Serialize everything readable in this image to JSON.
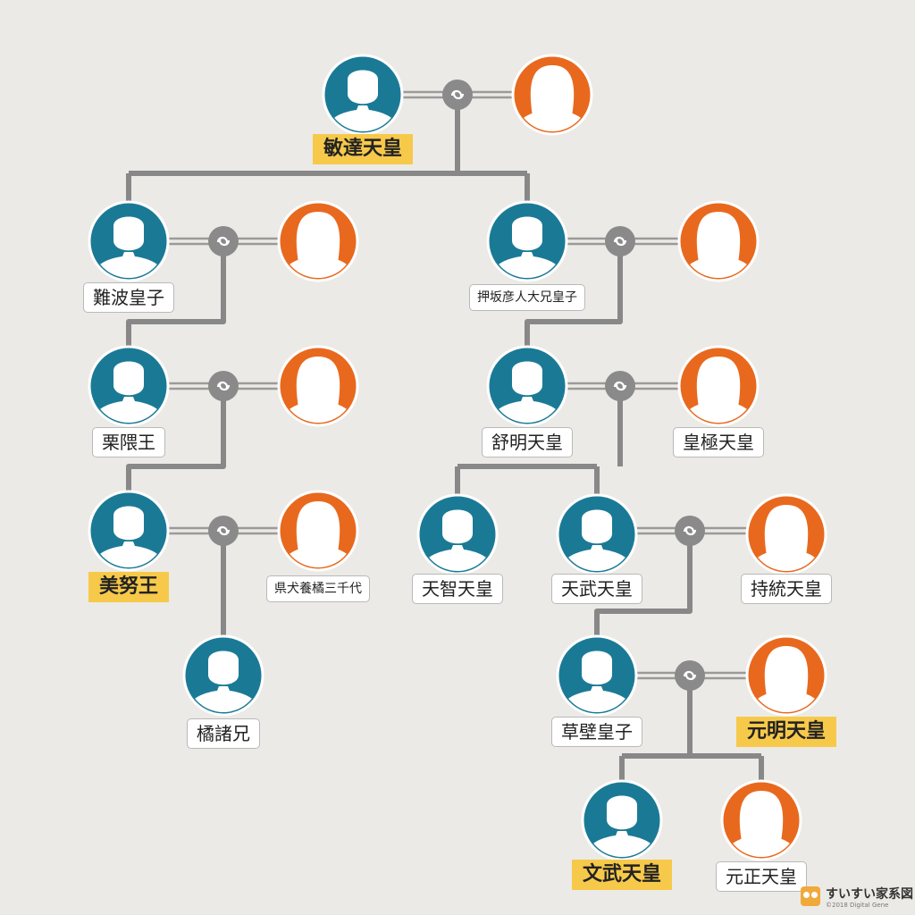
{
  "colors": {
    "male": "#1a7a96",
    "female": "#e8691e",
    "line": "#888888",
    "highlight": "#f7c94a",
    "background": "#eceae6"
  },
  "people": [
    {
      "id": "bidatsu",
      "name": "敏達天皇",
      "gender": "male",
      "highlight": true
    },
    {
      "id": "bidatsu_wife",
      "name": "",
      "gender": "female"
    },
    {
      "id": "naniwa",
      "name": "難波皇子",
      "gender": "male"
    },
    {
      "id": "naniwa_wife",
      "name": "",
      "gender": "female"
    },
    {
      "id": "oshisaka",
      "name": "押坂彦人大兄皇子",
      "gender": "male",
      "small": true
    },
    {
      "id": "oshisaka_wife",
      "name": "",
      "gender": "female"
    },
    {
      "id": "kurikuma",
      "name": "栗隈王",
      "gender": "male"
    },
    {
      "id": "kurikuma_wife",
      "name": "",
      "gender": "female"
    },
    {
      "id": "jomei",
      "name": "舒明天皇",
      "gender": "male"
    },
    {
      "id": "kogyoku",
      "name": "皇極天皇",
      "gender": "female"
    },
    {
      "id": "mino",
      "name": "美努王",
      "gender": "male",
      "highlight": true
    },
    {
      "id": "michiyo",
      "name": "県犬養橘三千代",
      "gender": "female",
      "small": true
    },
    {
      "id": "tenji",
      "name": "天智天皇",
      "gender": "male"
    },
    {
      "id": "tenmu",
      "name": "天武天皇",
      "gender": "male"
    },
    {
      "id": "jito",
      "name": "持統天皇",
      "gender": "female"
    },
    {
      "id": "moroe",
      "name": "橘諸兄",
      "gender": "male"
    },
    {
      "id": "kusakabe",
      "name": "草壁皇子",
      "gender": "male"
    },
    {
      "id": "genmei",
      "name": "元明天皇",
      "gender": "female",
      "highlight": true
    },
    {
      "id": "monmu",
      "name": "文武天皇",
      "gender": "male",
      "highlight": true
    },
    {
      "id": "gensho",
      "name": "元正天皇",
      "gender": "female"
    }
  ],
  "marriages": [
    {
      "a": "bidatsu",
      "b": "bidatsu_wife",
      "children": [
        "naniwa",
        "oshisaka"
      ]
    },
    {
      "a": "naniwa",
      "b": "naniwa_wife",
      "children": [
        "kurikuma"
      ]
    },
    {
      "a": "oshisaka",
      "b": "oshisaka_wife",
      "children": [
        "jomei"
      ]
    },
    {
      "a": "kurikuma",
      "b": "kurikuma_wife",
      "children": [
        "mino"
      ]
    },
    {
      "a": "jomei",
      "b": "kogyoku",
      "children": [
        "tenji",
        "tenmu"
      ]
    },
    {
      "a": "mino",
      "b": "michiyo",
      "children": [
        "moroe"
      ]
    },
    {
      "a": "tenmu",
      "b": "jito",
      "children": [
        "kusakabe"
      ]
    },
    {
      "a": "kusakabe",
      "b": "genmei",
      "children": [
        "monmu",
        "gensho"
      ]
    }
  ],
  "branding": {
    "name": "すいすい家系図",
    "copyright": "©2018 Digital Gene"
  }
}
